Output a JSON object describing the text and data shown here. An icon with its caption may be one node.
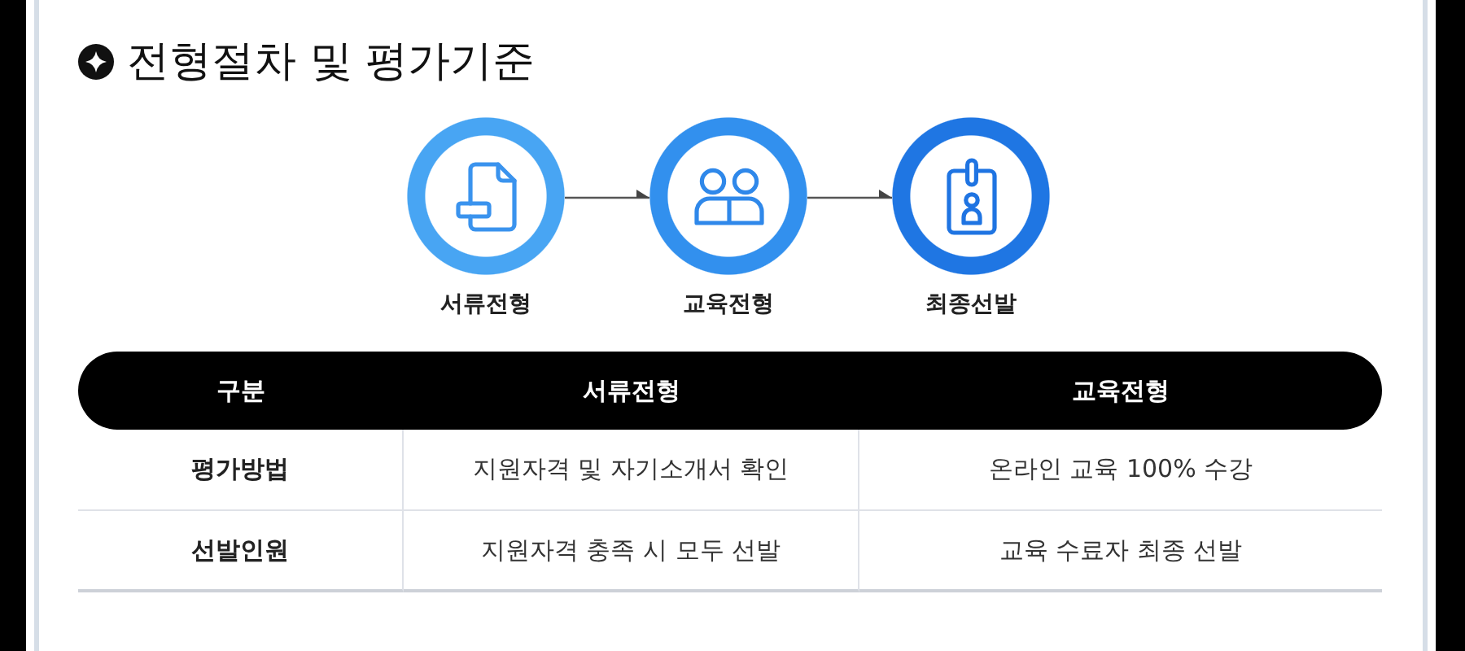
{
  "diagram": {
    "title": "전형절차 및 평가기준",
    "nodes": [
      {
        "text": [
          "서류전형"
        ]
      },
      {
        "text": [
          "교육전형"
        ]
      },
      {
        "text": [
          "최종선발"
        ]
      }
    ],
    "edges": [
      {
        "from": 0,
        "to": 1,
        "arrow": "to"
      },
      {
        "from": 1,
        "to": 2,
        "arrow": "to"
      }
    ],
    "labels": [
      "구분",
      "서류전형",
      "교육전형",
      "평가방법",
      "지원자격 및 자기소개서 확인",
      "온라인 교육 100% 수강",
      "선발인원",
      "지원자격 충족 시 모두 선발",
      "교육 수료자 최종 선발"
    ]
  }
}
